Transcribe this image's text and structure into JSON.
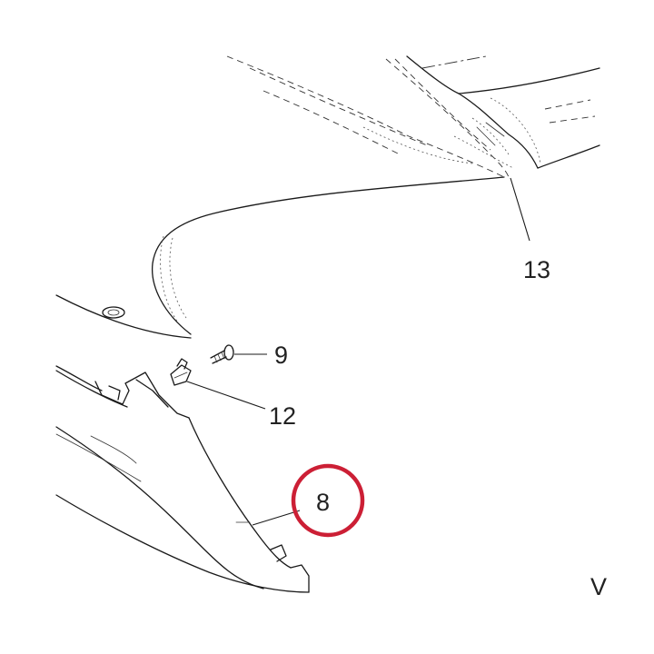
{
  "callouts": {
    "c9": "9",
    "c12": "12",
    "c13": "13",
    "c8": "8",
    "edge": "V"
  },
  "highlight_color": "#cc1f35"
}
